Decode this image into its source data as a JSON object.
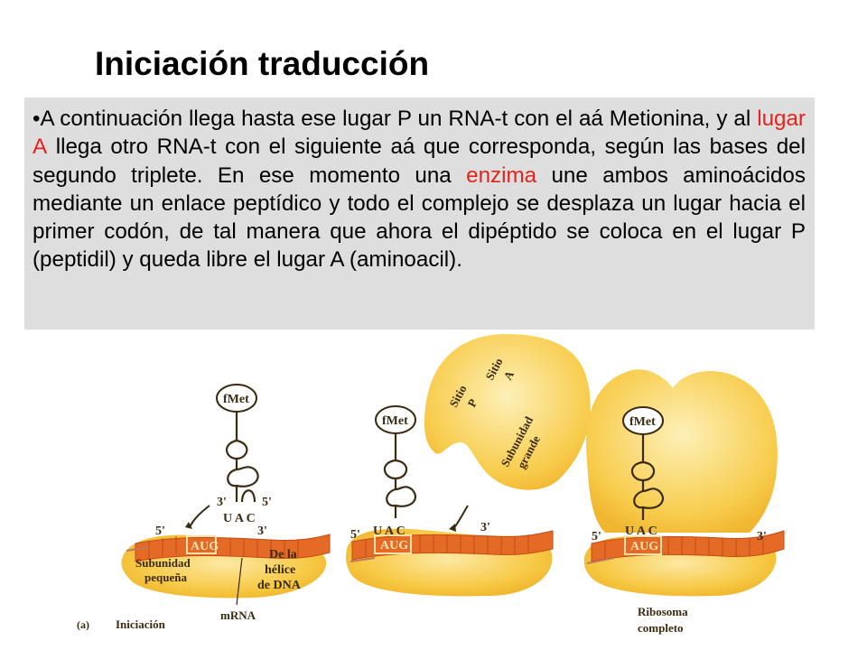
{
  "slide": {
    "title": "Iniciación traducción"
  },
  "paragraph": {
    "bullet": "•",
    "seg1": "A continuación llega hasta ese lugar P un RNA-t con el aá Metionina, y al ",
    "highlight1": "lugar A",
    "seg2": " llega otro RNA-t con el siguiente aá que corresponda, según las bases del segundo triplete. En ese momento una ",
    "highlight2": "enzima",
    "seg3": " une ambos aminoácidos mediante un enlace peptídico y todo el complejo se desplaza un lugar hacia el primer codón, de tal manera que ahora el dipéptido se coloca en el lugar  P (peptidil) y queda libre el lugar A (aminoacil)."
  },
  "figure": {
    "panel_letter": "(a)",
    "panel_caption": "Iniciación",
    "fmet": "fMet",
    "anticodon": "U A C",
    "codon": "AUG",
    "three_prime": "3'",
    "five_prime": "5'",
    "small_subunit": [
      "Subunidad",
      "pequeña"
    ],
    "dna_helix": [
      "De la",
      "hélice",
      "de DNA"
    ],
    "mrna": "mRNA",
    "site_p": [
      "Sitio",
      "P"
    ],
    "site_a": [
      "Sitio",
      "A"
    ],
    "large_subunit": [
      "Subunidad",
      "grande"
    ],
    "complete_ribosome": [
      "Ribosoma",
      "completo"
    ]
  },
  "colors": {
    "highlight_red": "#e8221b",
    "text_box_bg": "#dedede",
    "subunit_fill": "#f6c13a",
    "mrna_fill": "#e46a26"
  }
}
